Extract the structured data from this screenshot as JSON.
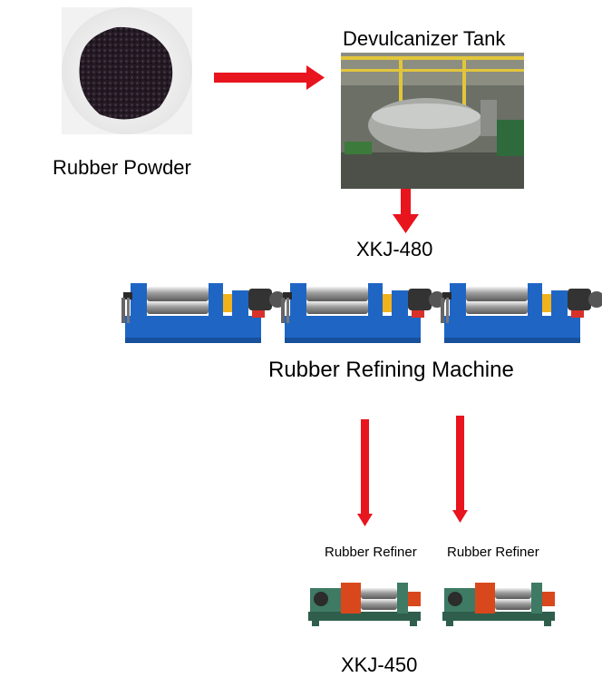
{
  "nodes": {
    "rubber_powder": "Rubber Powder",
    "devulcanizer_tank": "Devulcanizer Tank",
    "xkj480": "XKJ-480",
    "refining_machine": "Rubber Refining Machine",
    "refiner_left": "Rubber Refiner",
    "refiner_right": "Rubber Refiner",
    "xkj450": "XKJ-450"
  },
  "colors": {
    "arrow": "#e8141e",
    "machine_blue": "#1f66c4",
    "refiner_green": "#3e7a64",
    "refiner_orange": "#d9481c"
  }
}
